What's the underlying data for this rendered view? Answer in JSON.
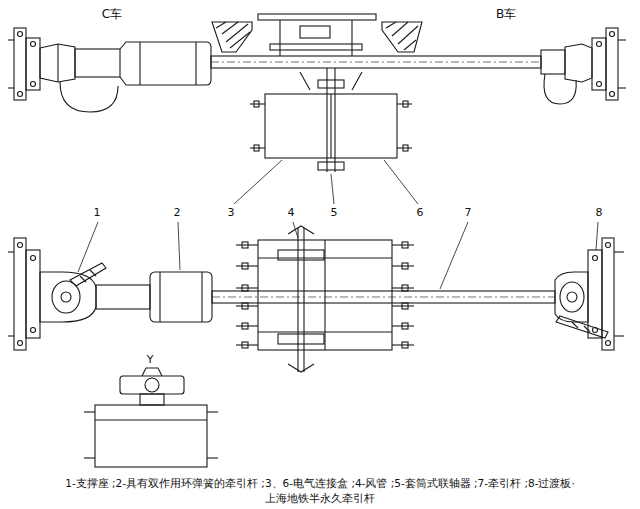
{
  "diagram": {
    "caption": "上海地铁半永久牵引杆",
    "labels": [
      "C车",
      "B车",
      "3",
      "5",
      "6",
      "1",
      "2",
      "4",
      "7",
      "8",
      "Y",
      "1-支撑座 ;2-具有双作用环弹簧的牵引杆 ;3、6-电气连接盒 ;4-风管 ;5-套筒式联轴器 ;7-牵引杆 ;8-过渡板·"
    ]
  }
}
